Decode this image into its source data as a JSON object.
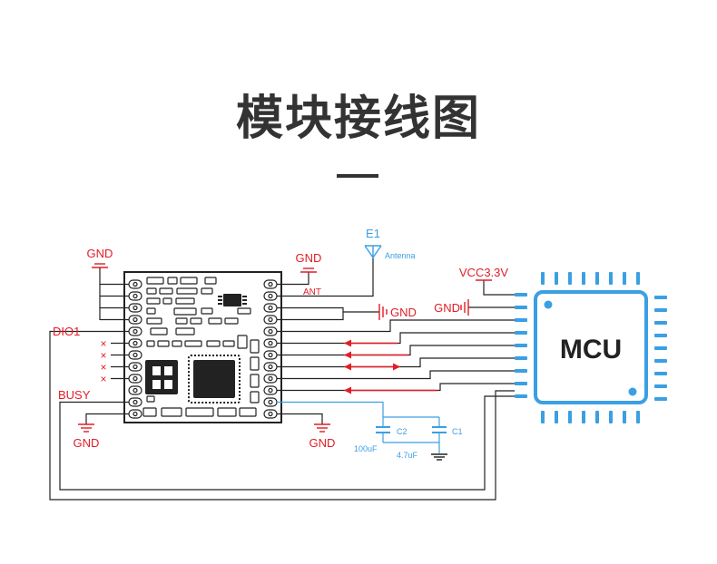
{
  "title": "模块接线图",
  "labels": {
    "gnd": "GND",
    "dio1": "DIO1",
    "busy": "BUSY",
    "ant": "ANT",
    "e1": "E1",
    "antenna": "Antenna",
    "vcc": "VCC3.3V",
    "mcu": "MCU",
    "c1": "C1",
    "c2": "C2",
    "c1_value": "4.7uF",
    "c2_value": "100uF",
    "nc": "×"
  },
  "colors": {
    "title": "#333333",
    "wire": "#222222",
    "red": "#e21d26",
    "blue": "#3b9fe3"
  }
}
